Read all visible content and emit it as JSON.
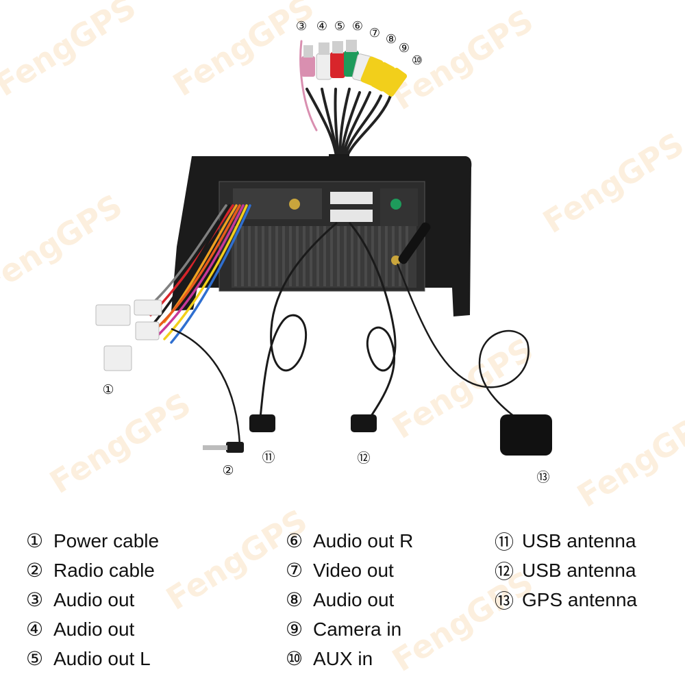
{
  "watermark": "FengGPS",
  "callouts": [
    {
      "id": "3",
      "glyph": "③"
    },
    {
      "id": "4",
      "glyph": "④"
    },
    {
      "id": "5",
      "glyph": "⑤"
    },
    {
      "id": "6",
      "glyph": "⑥"
    },
    {
      "id": "7",
      "glyph": "⑦"
    },
    {
      "id": "8",
      "glyph": "⑧"
    },
    {
      "id": "9",
      "glyph": "⑨"
    },
    {
      "id": "10",
      "glyph": "⑩"
    },
    {
      "id": "1",
      "glyph": "①"
    },
    {
      "id": "2",
      "glyph": "②"
    },
    {
      "id": "11",
      "glyph": "⑪"
    },
    {
      "id": "12",
      "glyph": "⑫"
    },
    {
      "id": "13",
      "glyph": "⑬"
    }
  ],
  "legend": {
    "col1": [
      {
        "num": "①",
        "label": "Power cable"
      },
      {
        "num": "②",
        "label": "Radio cable"
      },
      {
        "num": "③",
        "label": "Audio out"
      },
      {
        "num": "④",
        "label": "Audio out"
      },
      {
        "num": "⑤",
        "label": "Audio out L"
      }
    ],
    "col2": [
      {
        "num": "⑥",
        "label": "Audio out R"
      },
      {
        "num": "⑦",
        "label": "Video out"
      },
      {
        "num": "⑧",
        "label": "Audio out"
      },
      {
        "num": "⑨",
        "label": "Camera in"
      },
      {
        "num": "⑩",
        "label": "AUX in"
      }
    ],
    "col3": [
      {
        "num": "⑪",
        "label": "USB antenna"
      },
      {
        "num": "⑫",
        "label": "USB antenna"
      },
      {
        "num": "⑬",
        "label": "GPS antenna"
      }
    ]
  },
  "colors": {
    "rca_pink": "#d98fb0",
    "rca_red": "#d8252b",
    "rca_white": "#eeeeee",
    "rca_green": "#1e9b5b",
    "rca_yellow": "#f2cf1b",
    "unit_body": "#1b1b1b",
    "heatsink": "#4a4a4a"
  }
}
